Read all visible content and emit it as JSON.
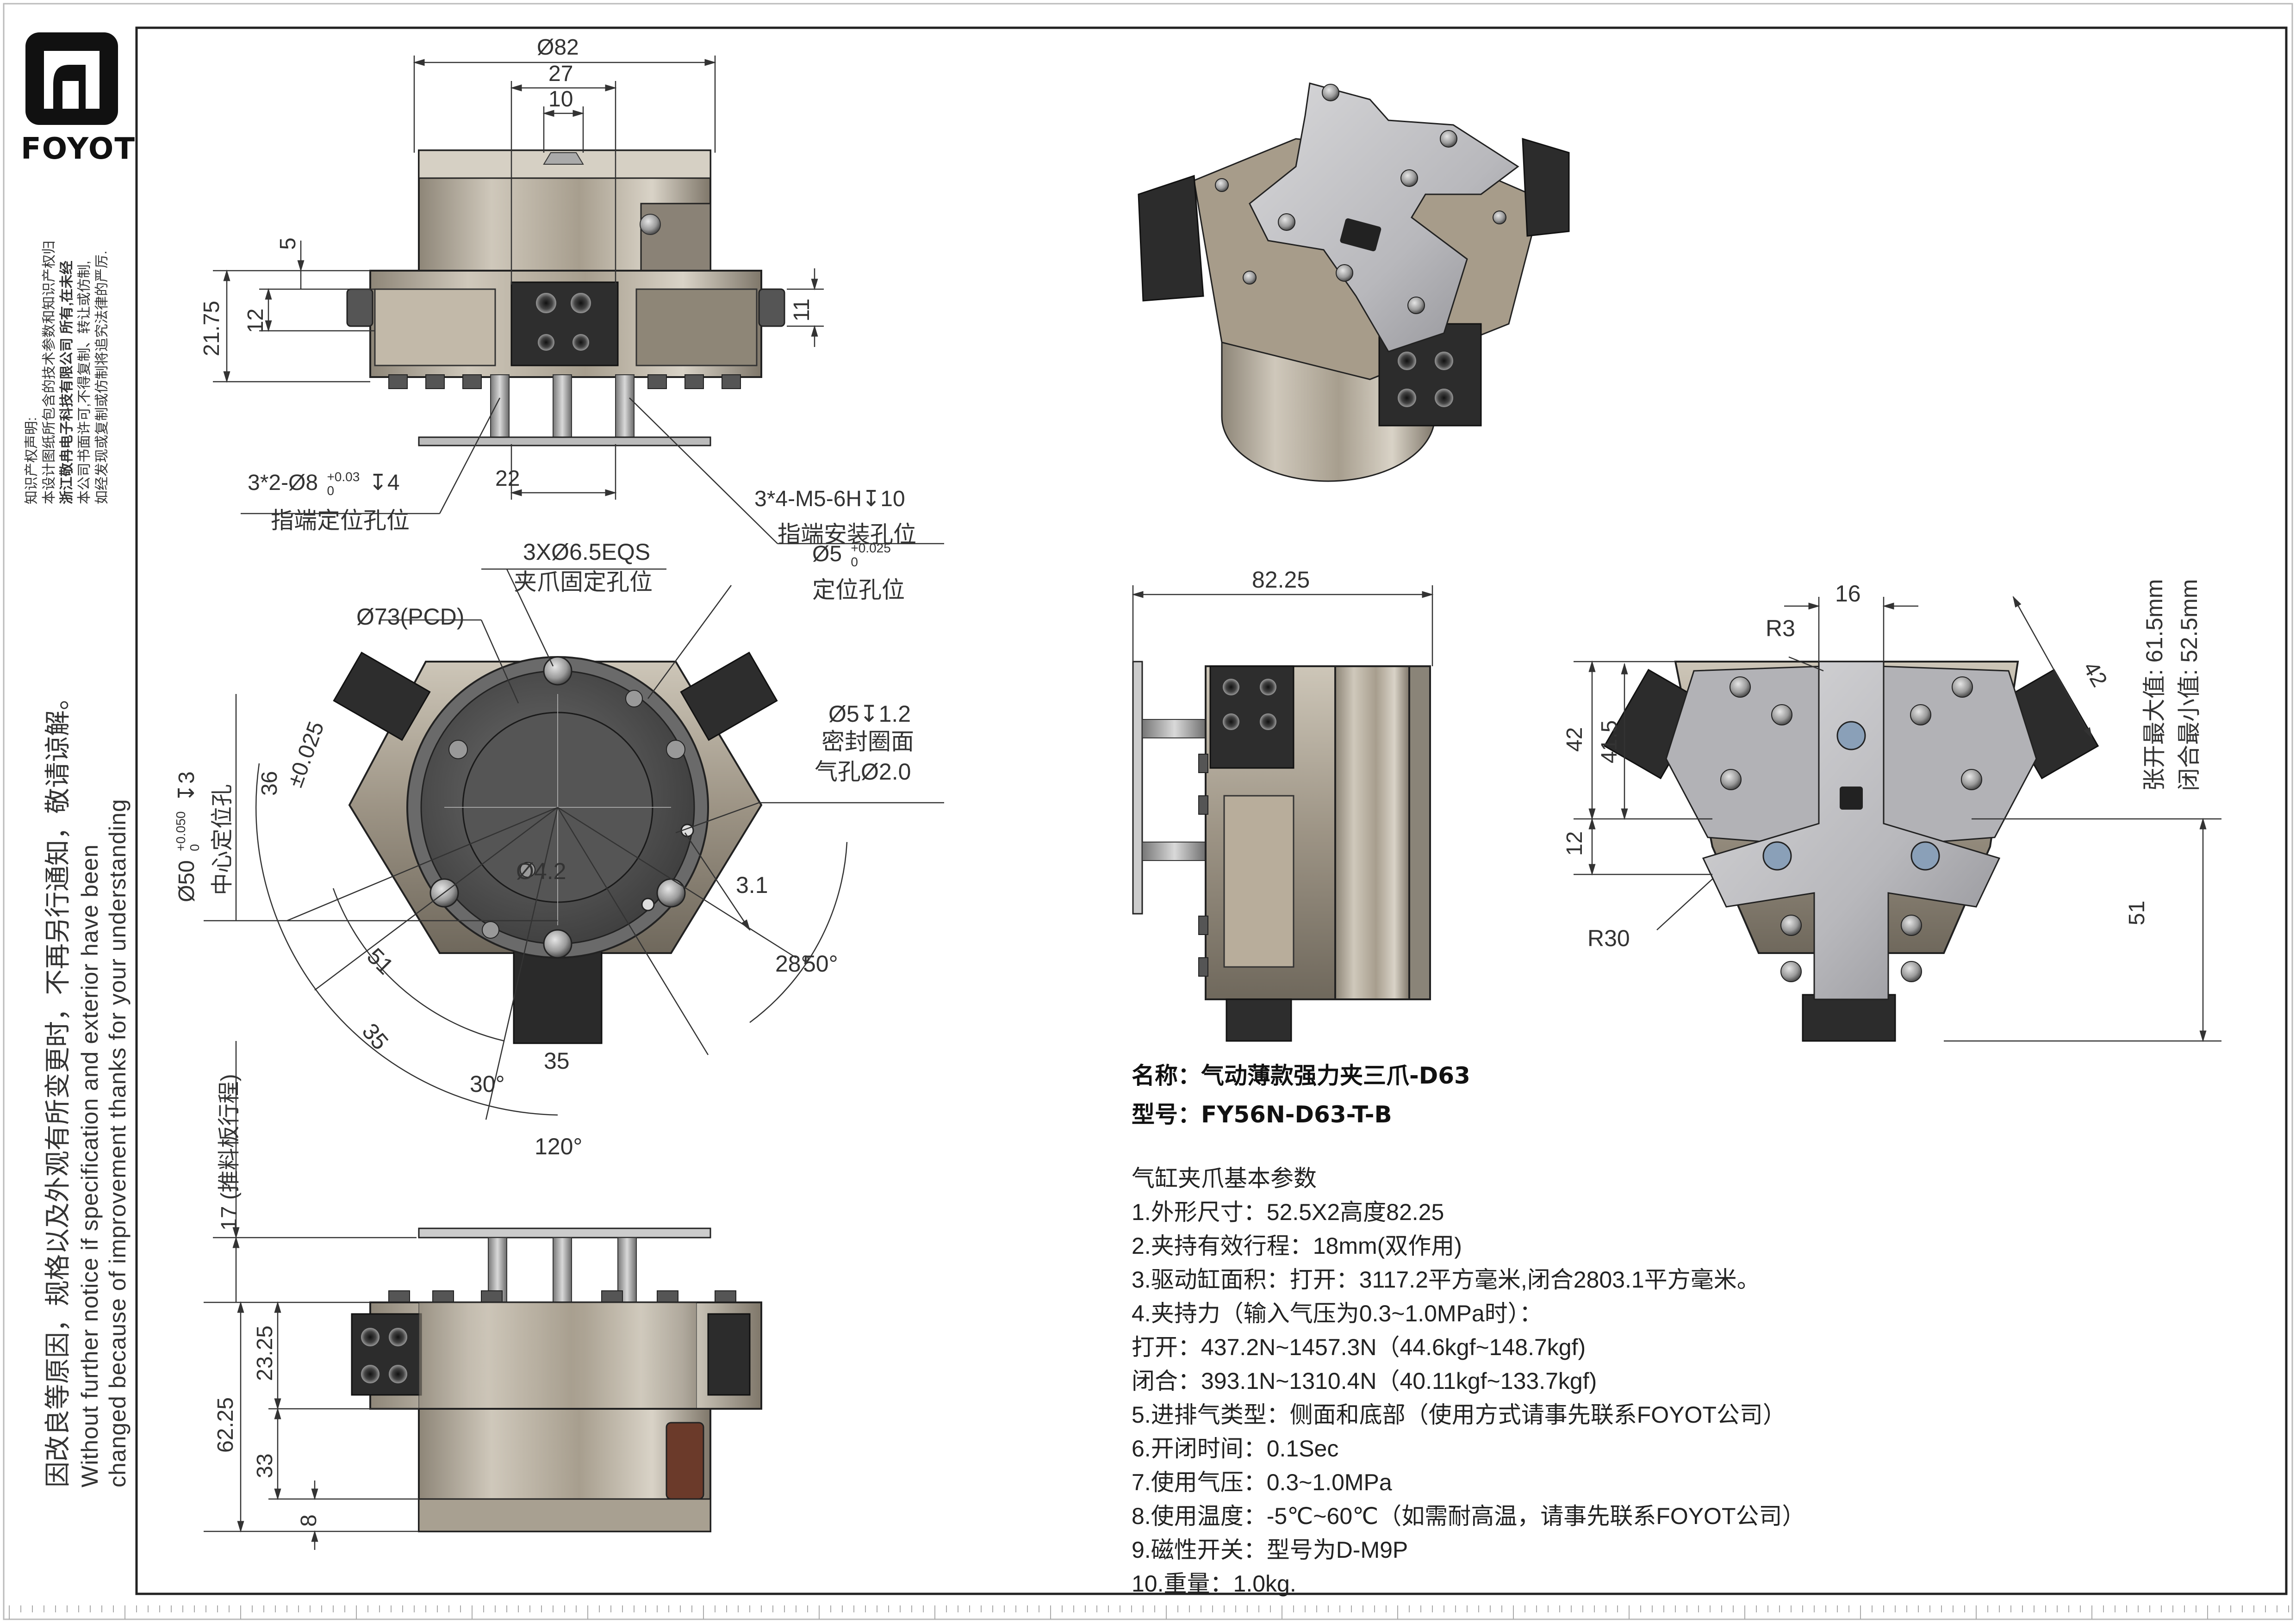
{
  "brand": {
    "name": "FOYOT"
  },
  "ip_notice": [
    "知识产权声明:",
    "本设计图纸所包含的技术参数和知识产权归",
    "浙江敬冉电子科技有限公司 所有,在未经",
    "本公司书面许可,不得复制、转让或仿制,",
    "如经发现或复制或仿制将追究法律的严厉."
  ],
  "ip_company": "浙江敬冉电子科技有限公司",
  "notice": {
    "cn": "因改良等原因，规格以及外观有所变更时，不再另行通知，敬请谅解。",
    "en_1": "Without further notice if specification and exterior have been",
    "en_2": "changed because of improvement thanks for your understanding"
  },
  "dims": {
    "front_top": {
      "d82": "Ø82",
      "d27": "27",
      "d10": "10",
      "d5": "5",
      "d2175": "21.75",
      "d12": "12",
      "d11": "11",
      "d22": "22"
    },
    "front_callouts": {
      "pin_line1": "3*2-Ø8",
      "pin_tol_top": "+0.03",
      "pin_tol_bot": "0",
      "pin_depth": "↧4",
      "pin_desc": "指端定位孔位",
      "thread_line1": "3*4-M5-6H↧10",
      "thread_desc": "指端安装孔位",
      "pos_line": "Ø5",
      "pos_tol_top": "+0.025",
      "pos_tol_bot": "0",
      "pos_desc": "定位孔位"
    },
    "bottom_view": {
      "eqs": "3XØ6.5EQS",
      "eqs_desc": "夹爪固定孔位",
      "pcd": "Ø73(PCD)",
      "d36": "36",
      "tol025": "±0.025",
      "d50": "Ø50",
      "d50_tol_top": "+0.050",
      "d50_tol_bot": "0",
      "d50_depth": "↧3",
      "d50_desc": "中心定位孔",
      "seal1": "Ø5↧1.2",
      "seal2": "密封圈面",
      "seal3": "气孔Ø2.0",
      "d42": "Ø4.2",
      "d31": "3.1",
      "a28": "28°",
      "a50": "50°",
      "d51": "51",
      "d35a": "35",
      "d35b": "35",
      "a30": "30°",
      "a120": "120°"
    },
    "side_bottom": {
      "stroke": "17 (推料板行程)",
      "d6225": "62.25",
      "d2325": "23.25",
      "d33": "33",
      "d8": "8"
    },
    "side_mid": {
      "d8225": "82.25"
    },
    "right_view": {
      "d16": "16",
      "r3": "R3",
      "r30": "R30",
      "d42": "42",
      "d415": "41.5",
      "d12": "12",
      "d51": "51",
      "d42b": "42",
      "open_max": "张开最大值: 61.5mm",
      "close_min": "闭合最小值: 52.5mm"
    }
  },
  "spec": {
    "name_line": "名称：气动薄款强力夹三爪-D63",
    "model_line": "型号：FY56N-D63-T-B",
    "heading": "气缸夹爪基本参数",
    "lines": [
      "1.外形尺寸：52.5X2高度82.25",
      "2.夹持有效行程：18mm(双作用)",
      "3.驱动缸面积：打开：3117.2平方毫米,闭合2803.1平方毫米。",
      "4.夹持力（输入气压为0.3~1.0MPa时）：",
      "打开：437.2N~1457.3N（44.6kgf~148.7kgf)",
      "闭合：393.1N~1310.4N（40.11kgf~133.7kgf)",
      "5.进排气类型：侧面和底部（使用方式请事先联系FOYOT公司）",
      "6.开闭时间：0.1Sec",
      "7.使用气压：0.3~1.0MPa",
      "8.使用温度：-5℃~60℃（如需耐高温，请事先联系FOYOT公司）",
      "9.磁性开关：型号为D-M9P",
      "10.重量：1.0kg."
    ]
  }
}
